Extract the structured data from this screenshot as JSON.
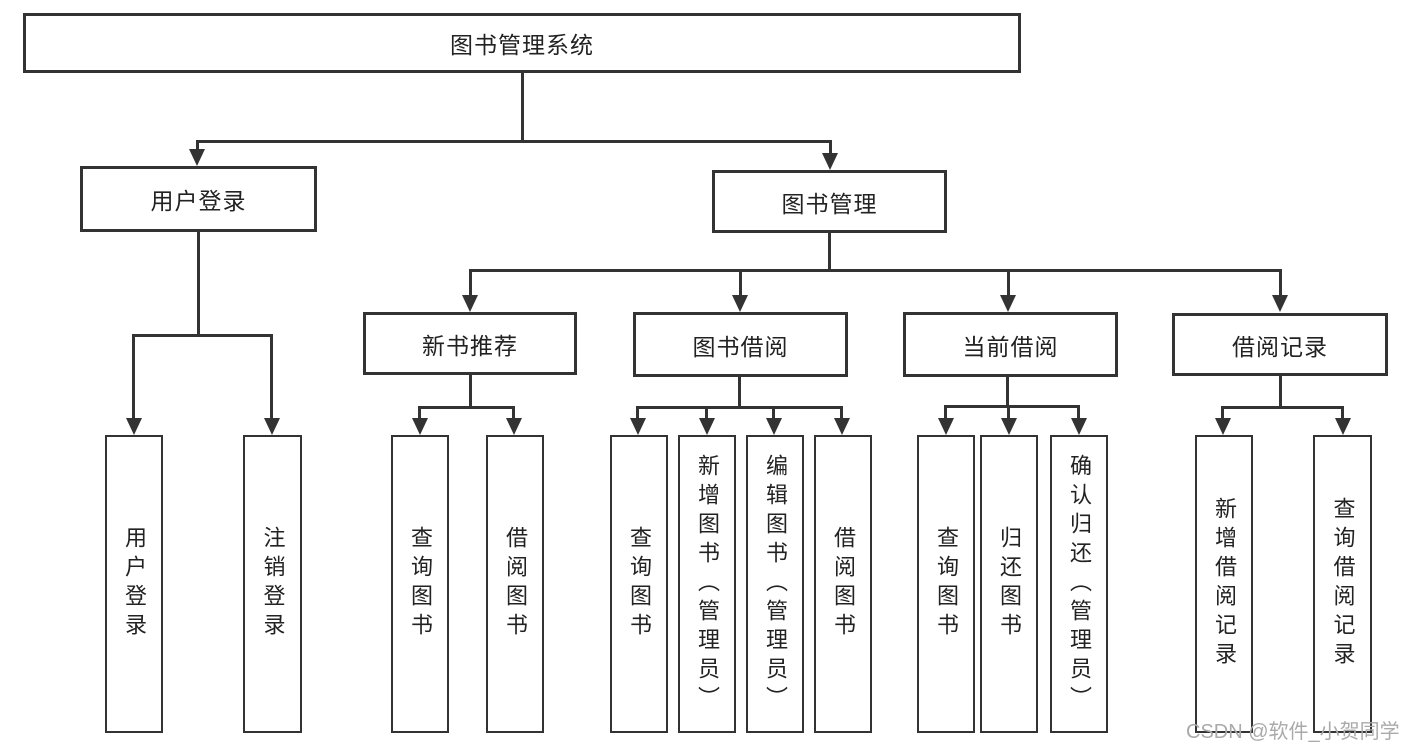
{
  "colors": {
    "line": "#333333",
    "text": "#222222",
    "background": "#ffffff",
    "watermark_text": "#aaaaaa"
  },
  "diagram": {
    "root": {
      "label": "图书管理系统"
    },
    "level2": [
      {
        "label": "用户登录"
      },
      {
        "label": "图书管理"
      }
    ],
    "level3": [
      {
        "label": "新书推荐"
      },
      {
        "label": "图书借阅"
      },
      {
        "label": "当前借阅"
      },
      {
        "label": "借阅记录"
      }
    ],
    "leaves": [
      {
        "label": "用户登录"
      },
      {
        "label": "注销登录"
      },
      {
        "label": "查询图书"
      },
      {
        "label": "借阅图书"
      },
      {
        "label": "查询图书"
      },
      {
        "label": "新增图书（管理员）"
      },
      {
        "label": "编辑图书（管理员）"
      },
      {
        "label": "借阅图书"
      },
      {
        "label": "查询图书"
      },
      {
        "label": "归还图书"
      },
      {
        "label": "确认归还（管理员）"
      },
      {
        "label": "新增借阅记录"
      },
      {
        "label": "查询借阅记录"
      }
    ]
  },
  "watermark": {
    "text": "CSDN @软件_小贺同学"
  }
}
